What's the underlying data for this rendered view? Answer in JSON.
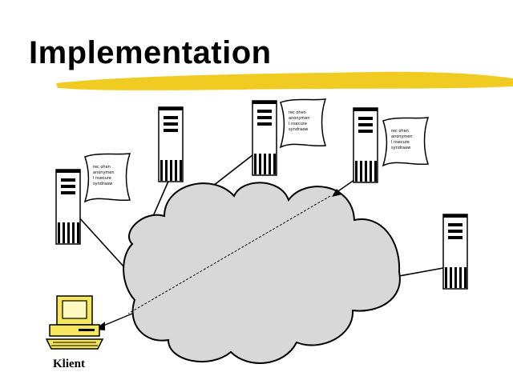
{
  "slide": {
    "title": "Implementation",
    "client_label": "Klient",
    "document_lines": [
      "rec ohen",
      "anonymen",
      "l nsecure",
      "syndraaw"
    ]
  },
  "colors": {
    "cloud_fill": "#d8d8d8",
    "underline": "#f0cc22",
    "client_computer": "#f5e65c",
    "server_body": "#ffffff",
    "outline": "#000000"
  }
}
